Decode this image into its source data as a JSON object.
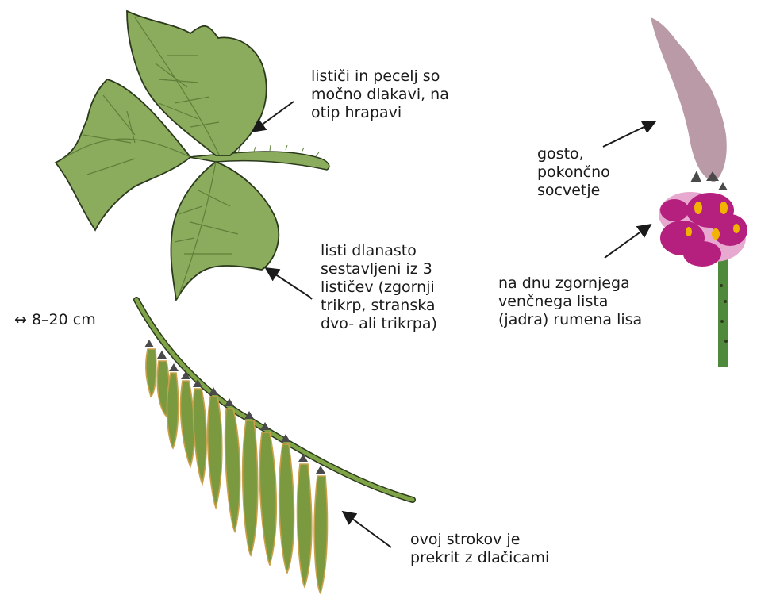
{
  "labels": {
    "leaflets_hairy": [
      "lističi in pecelj so",
      "močno dlakavi, na",
      "otip hrapavi"
    ],
    "leaves_compound": [
      "listi dlanasto",
      "sestavljeni iz 3",
      "lističev (zgornji",
      "trikrp, stranska",
      "dvo- ali trikrpa)"
    ],
    "leaf_size": "↔ 8–20 cm",
    "inflorescence": [
      "gosto,",
      "pokončno",
      "socvetje"
    ],
    "standard_petal": [
      "na dnu zgornjega",
      "venčnega lista",
      "(jadra) rumena lisa"
    ],
    "pods": [
      "ovoj strokov je",
      "prekrit z dlačicami"
    ]
  },
  "colors": {
    "leaf": "#8bac5c",
    "leaf_vein": "#5f7f3a",
    "stem": "#7fa347",
    "pod": "#7b9a3f",
    "pod_hair": "#c9a04a",
    "calyx": "#4a4a4a",
    "flower_magenta": "#b5207f",
    "flower_pink": "#e8a9d0",
    "flower_yellow": "#f2b300",
    "bud_spike": "#b99aa6",
    "flower_stem": "#4f8a3c",
    "arrow": "#1a1a1a"
  }
}
